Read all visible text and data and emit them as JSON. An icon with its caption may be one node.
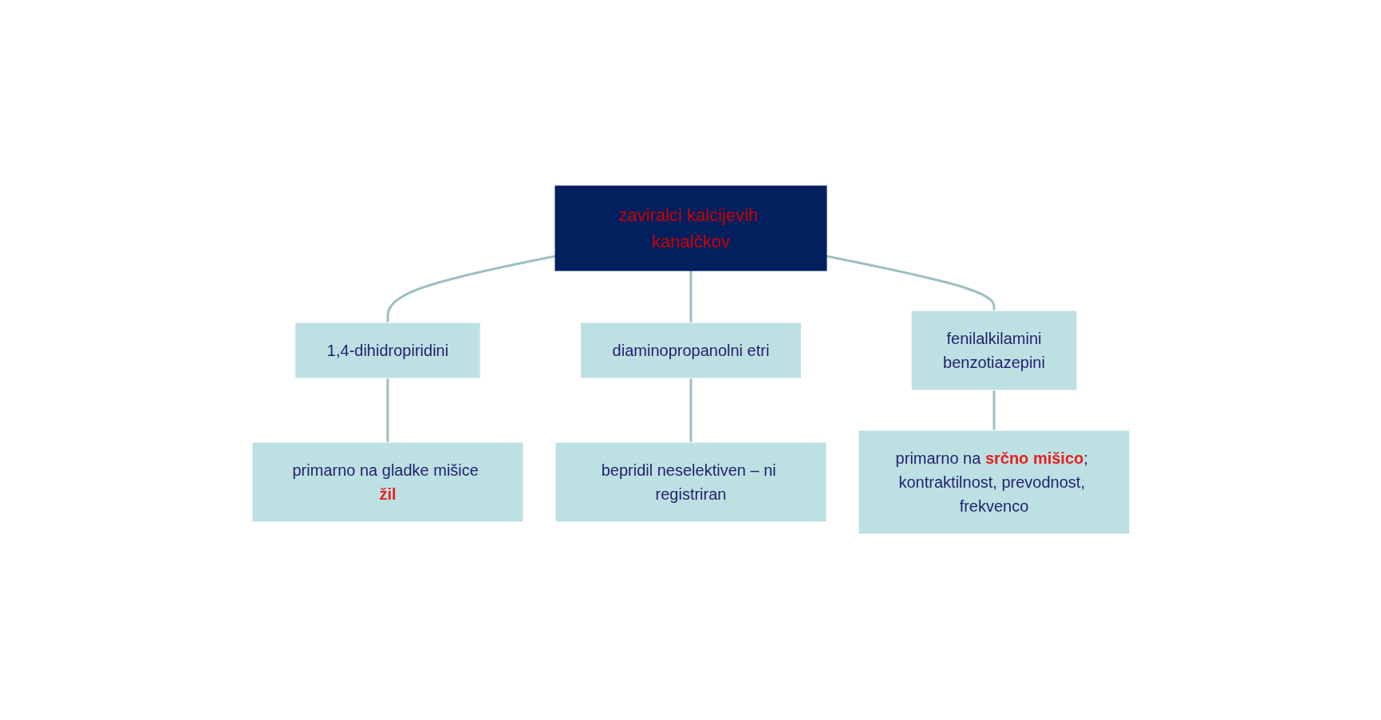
{
  "diagram": {
    "nodes": [
      {
        "text": [
          "zaviralci kalcijevih kanalčkov"
        ]
      },
      {
        "text": [
          "1,4-dihidropiridini"
        ]
      },
      {
        "text": [
          "diaminopropanolni etri"
        ]
      },
      {
        "text": [
          "fenilalkilamini",
          "benzotiazepini"
        ]
      },
      {
        "text": [
          "primarno na gladke mišice **žil**"
        ]
      },
      {
        "text": [
          "bepridil neselektiven – ni registriran"
        ]
      },
      {
        "text": [
          "primarno na **srčno mišico**; kontraktilnost, prevodnost, frekvenco"
        ]
      }
    ],
    "edges": [
      {
        "from": 0,
        "to": 1,
        "arrow": "none"
      },
      {
        "from": 0,
        "to": 2,
        "arrow": "none"
      },
      {
        "from": 0,
        "to": 3,
        "arrow": "none"
      },
      {
        "from": 1,
        "to": 4,
        "arrow": "none"
      },
      {
        "from": 2,
        "to": 5,
        "arrow": "none"
      },
      {
        "from": 3,
        "to": 6,
        "arrow": "none"
      }
    ]
  }
}
